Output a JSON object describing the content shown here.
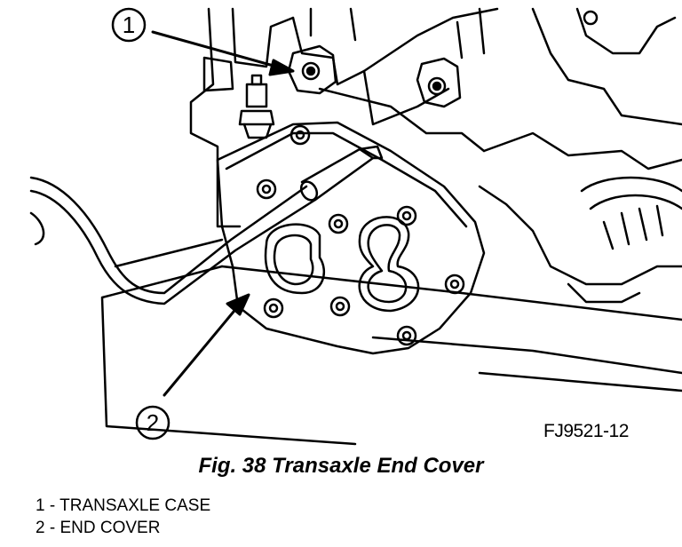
{
  "figure": {
    "id_code": "FJ9521-12",
    "caption": "Fig. 38 Transaxle End Cover"
  },
  "callouts": [
    {
      "number": "1",
      "label": "TRANSAXLE CASE"
    },
    {
      "number": "2",
      "label": "END COVER"
    }
  ],
  "legend": [
    {
      "number": "1",
      "separator": " - ",
      "label": "TRANSAXLE CASE"
    },
    {
      "number": "2",
      "separator": " - ",
      "label": "END COVER"
    }
  ],
  "colors": {
    "line": "#000000",
    "background": "#ffffff"
  }
}
